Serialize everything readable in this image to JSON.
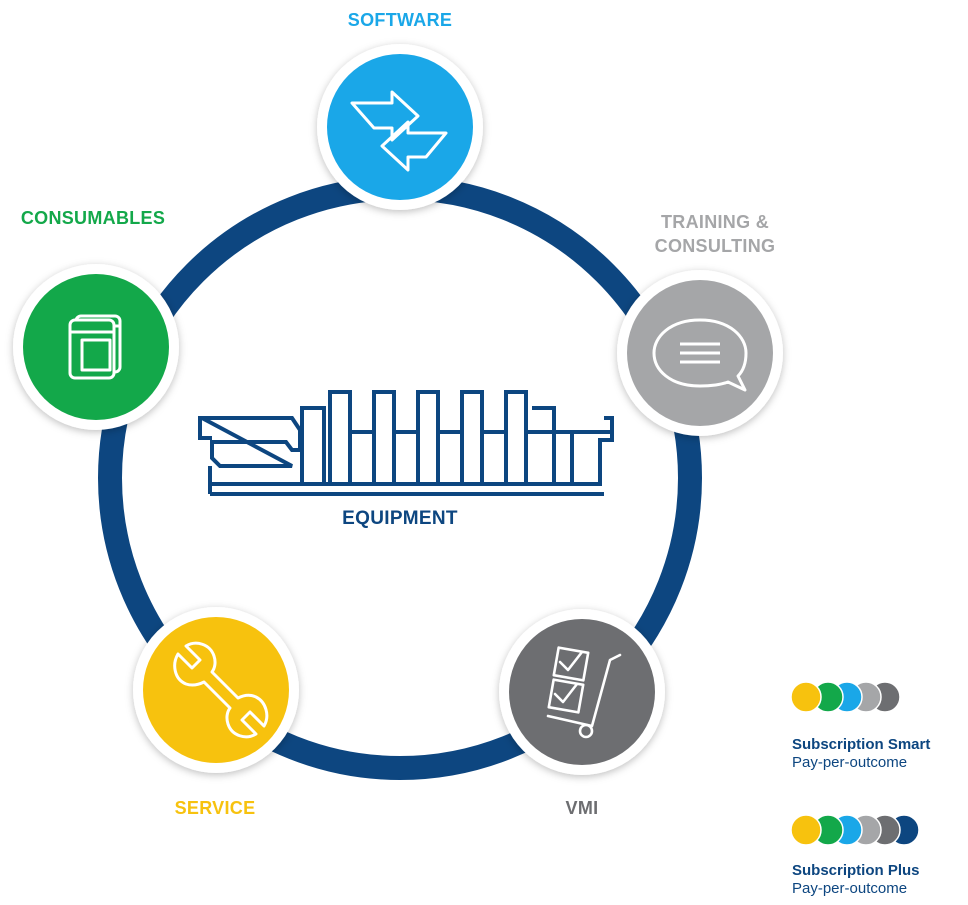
{
  "colors": {
    "ring": "#0d4680",
    "software": "#1aa7e8",
    "consumables": "#13a84a",
    "training": "#a5a6a8",
    "service": "#f7c20e",
    "vmi": "#6d6e71",
    "equipment": "#0d4680"
  },
  "center": {
    "label": "EQUIPMENT",
    "icon": "press-machine-icon"
  },
  "nodes": [
    {
      "id": "software",
      "label": "SOFTWARE",
      "icon": "arrows-exchange-icon"
    },
    {
      "id": "training",
      "label_line1": "TRAINING &",
      "label_line2": "CONSULTING",
      "icon": "speech-bubble-icon"
    },
    {
      "id": "vmi",
      "label": "VMI",
      "icon": "checklist-handtruck-icon"
    },
    {
      "id": "service",
      "label": "SERVICE",
      "icon": "wrench-icon"
    },
    {
      "id": "consumables",
      "label": "CONSUMABLES",
      "icon": "ink-containers-icon"
    }
  ],
  "legend": [
    {
      "title": "Subscription Smart",
      "subtitle": "Pay-per-outcome"
    },
    {
      "title": "Subscription Plus",
      "subtitle": "Pay-per-outcome"
    }
  ]
}
